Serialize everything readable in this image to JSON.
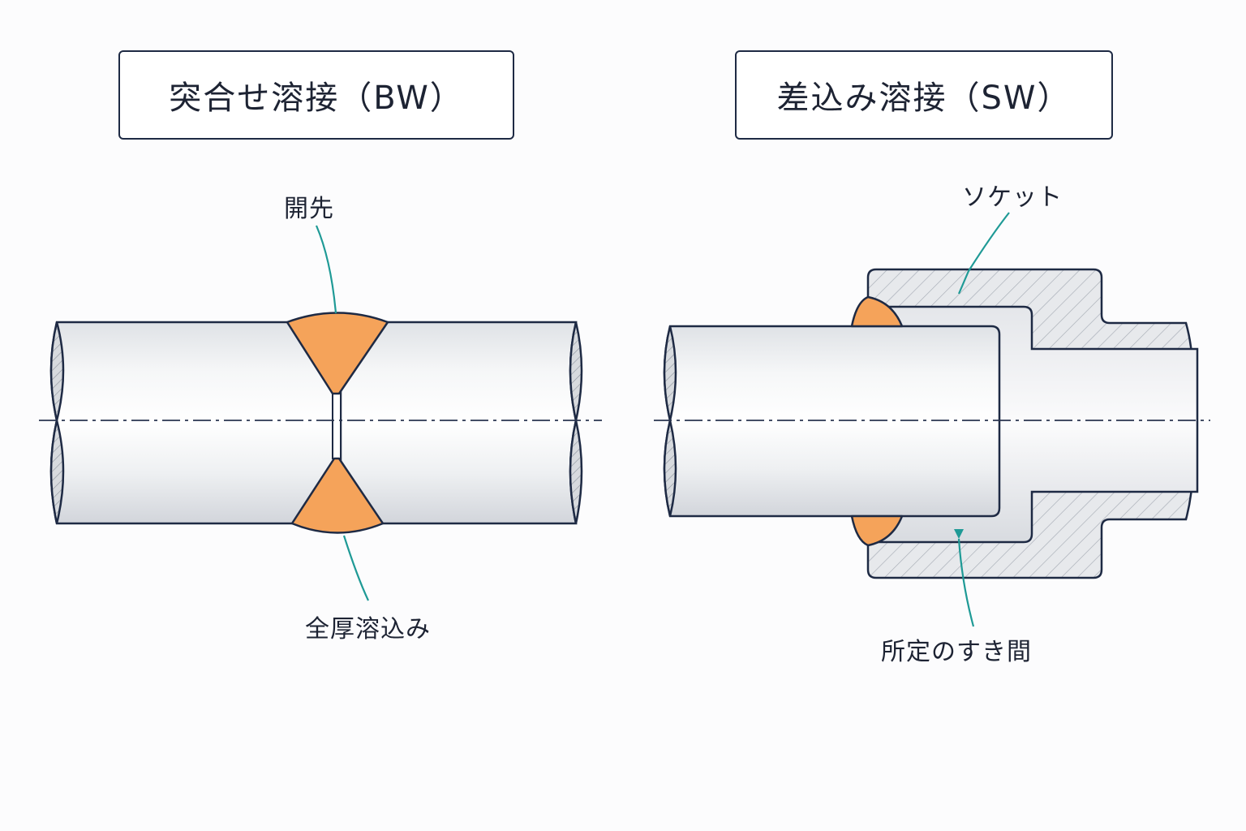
{
  "left_panel": {
    "title": "突合せ溶接（BW）",
    "callout_top": "開先",
    "callout_bottom": "全厚溶込み"
  },
  "right_panel": {
    "title": "差込み溶接（SW）",
    "callout_top": "ソケット",
    "callout_bottom": "所定のすき間"
  },
  "colors": {
    "outline": "#1e2a44",
    "weld": "#f5a35a",
    "leader": "#1f9a96",
    "pipe_light": "#f4f5f7",
    "pipe_dark": "#d9dce1",
    "socket_hatch": "#9aa0aa",
    "socket_fill": "#e6e8eb"
  }
}
